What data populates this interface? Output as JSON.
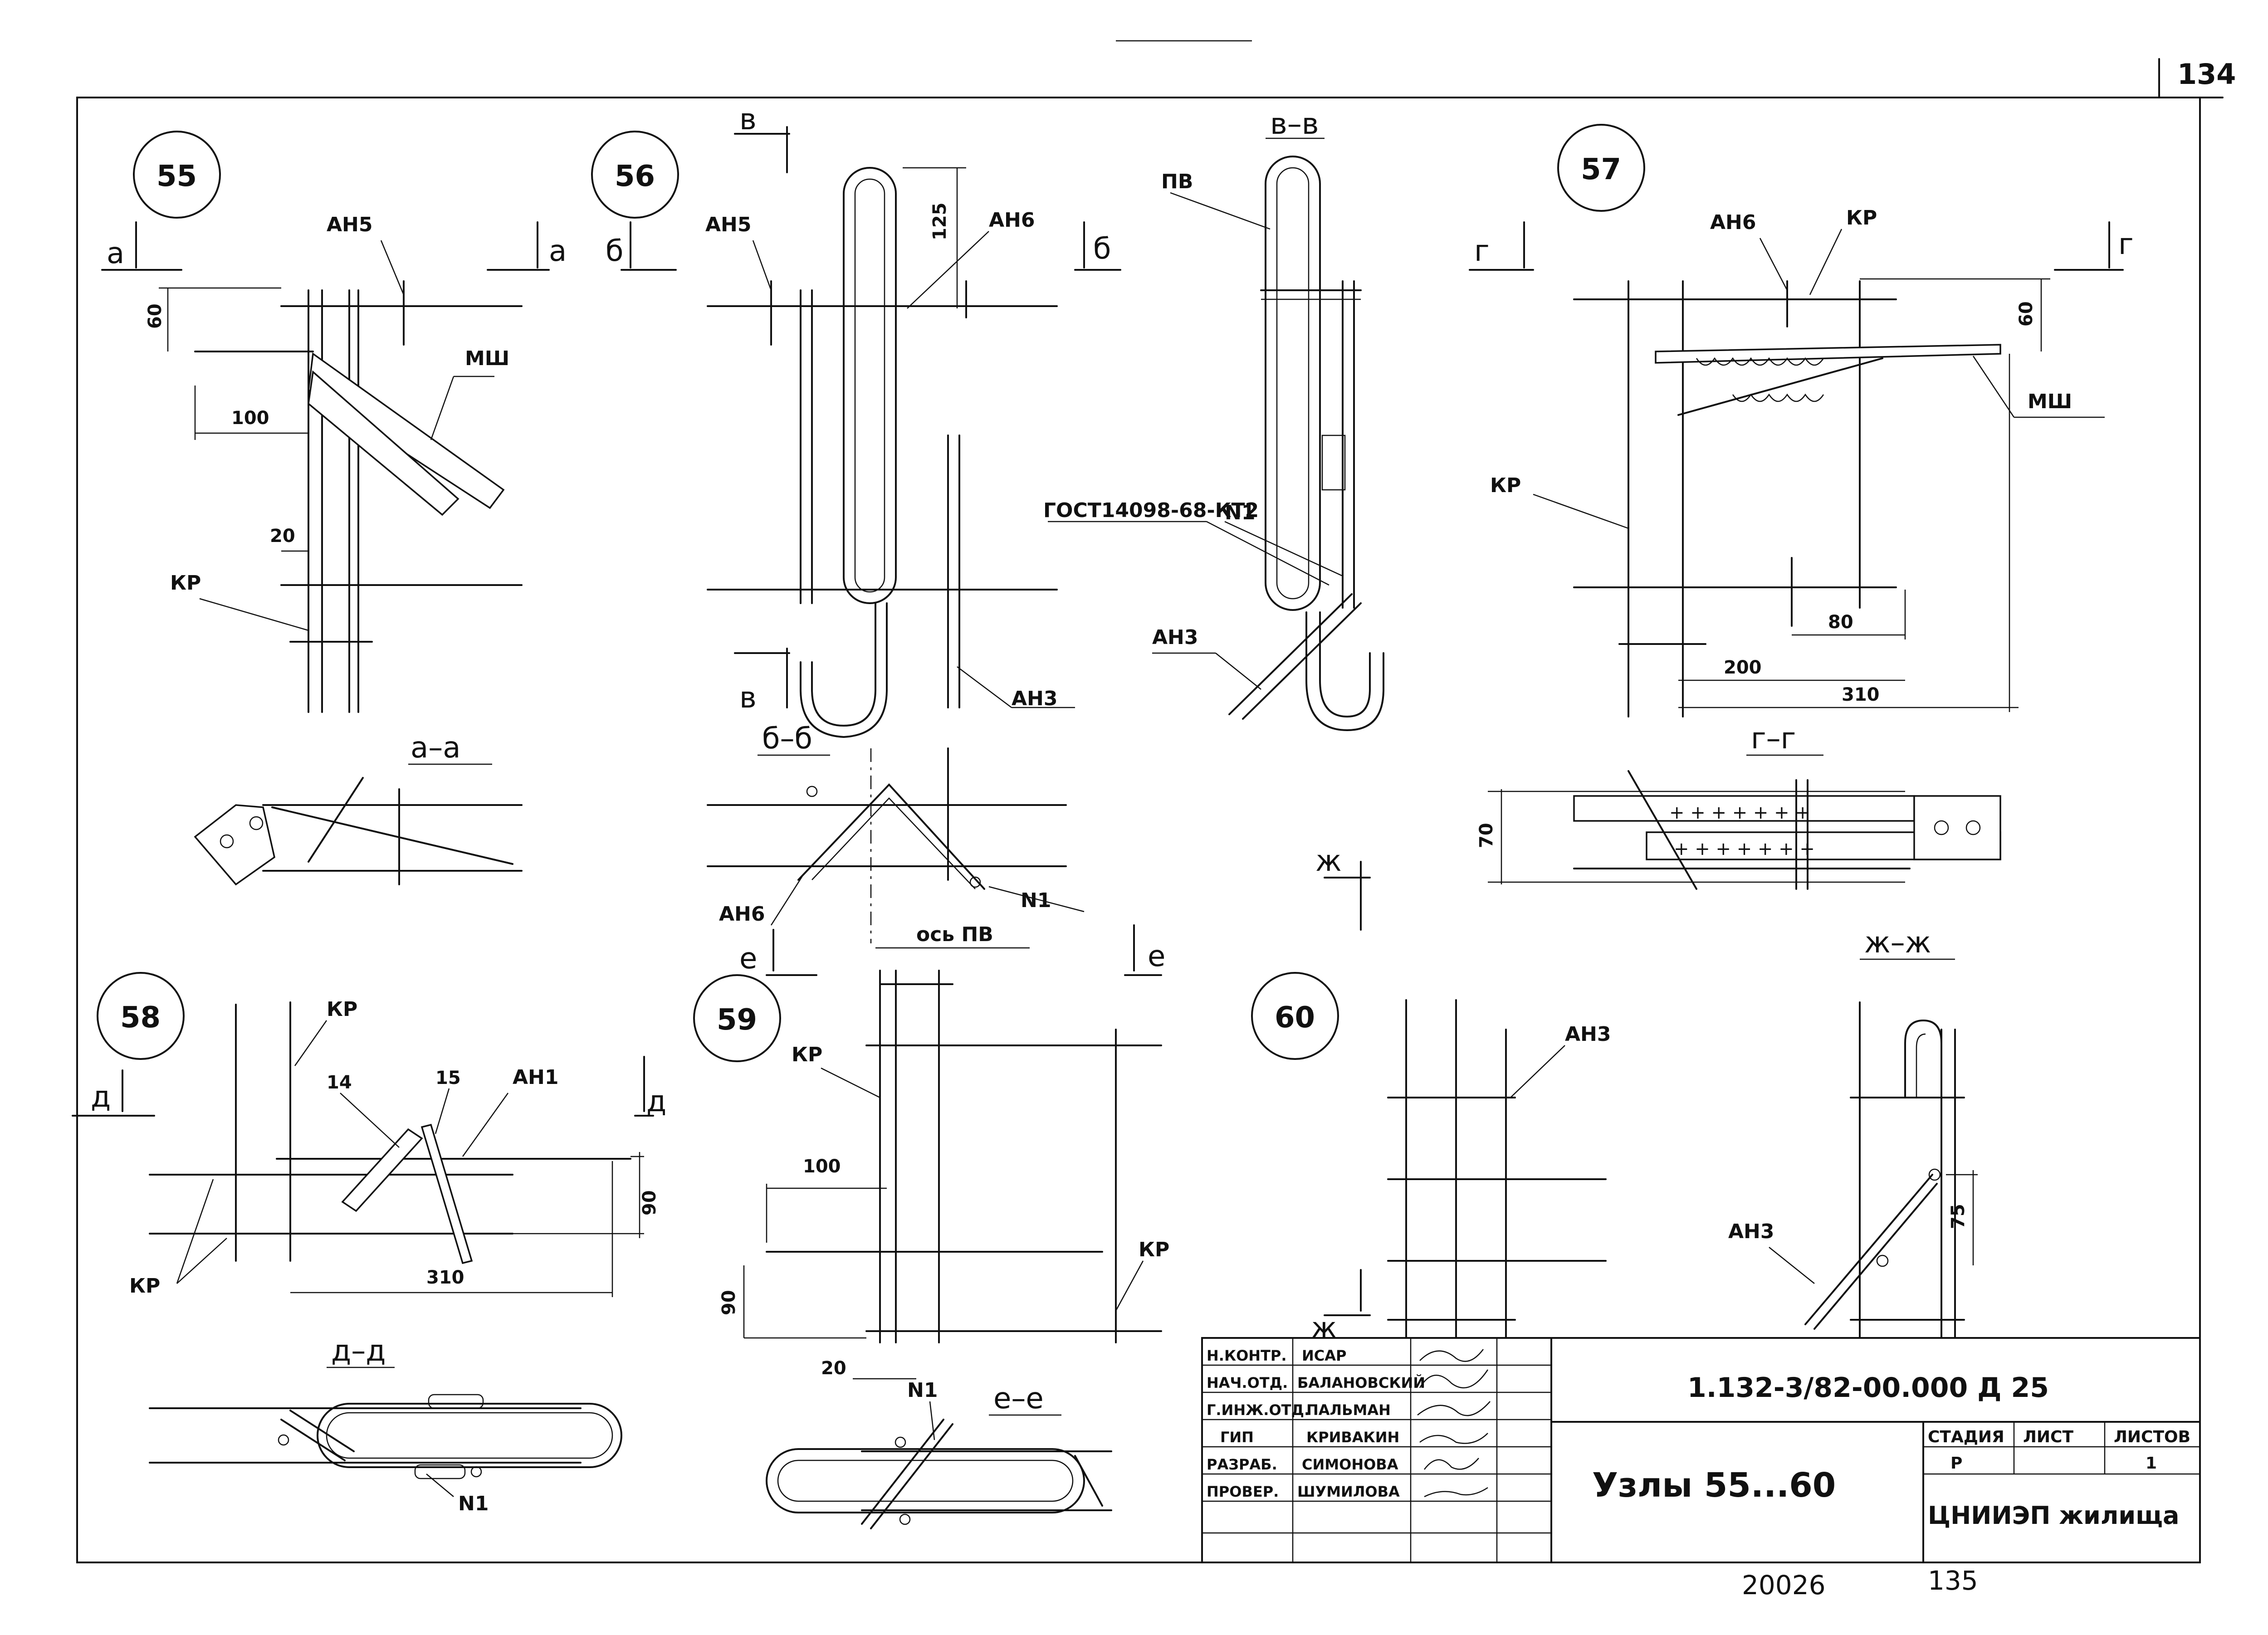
{
  "sheet": {
    "corner_number": "134",
    "bottom_left_number": "20026",
    "bottom_right_number": "135"
  },
  "nodes": {
    "n55": "55",
    "n56": "56",
    "n57": "57",
    "n58": "58",
    "n59": "59",
    "n60": "60"
  },
  "section_marks": {
    "a": "а",
    "b": "б",
    "v": "в",
    "g": "г",
    "d": "д",
    "e": "е",
    "zh": "ж"
  },
  "section_titles": {
    "a_a": "а–а",
    "b_b": "б–б",
    "v_v": "в–в",
    "g_g": "г–г",
    "d_d": "д–д",
    "e_e": "е–е",
    "zh_zh": "ж–ж"
  },
  "labels": {
    "AN5": "АН5",
    "AN6": "АН6",
    "AN3": "АН3",
    "AN1": "АН1",
    "MSh": "МШ",
    "KR": "КР",
    "KP": "КР",
    "PV": "ПВ",
    "N1": "N1",
    "axis_pv": "ось ПВ",
    "gost": "ГОСТ14098-68-КТ2",
    "l14": "14",
    "l15": "15"
  },
  "dims": {
    "d60": "60",
    "d100": "100",
    "d20": "20",
    "d125": "125",
    "d80": "80",
    "d200": "200",
    "d310": "310",
    "d70": "70",
    "d90": "90",
    "d75": "75"
  },
  "title_block": {
    "rows": [
      {
        "role": "Н.КОНТР.",
        "name": "ИСАР"
      },
      {
        "role": "НАЧ.ОТД.",
        "name": "БАЛАНОВСКИЙ"
      },
      {
        "role": "Г.ИНЖ.ОТД.",
        "name": "ПАЛЬМАН"
      },
      {
        "role": "ГИП",
        "name": "КРИВАКИН"
      },
      {
        "role": "РАЗРАБ.",
        "name": "СИМОНОВА"
      },
      {
        "role": "ПРОВЕР.",
        "name": "ШУМИЛОВА"
      }
    ],
    "code": "1.132-3/82-00.000 Д 25",
    "title": "Узлы 55...60",
    "stage_label": "СТАДИЯ",
    "stage": "Р",
    "sheet_label": "ЛИСТ",
    "sheet": "",
    "sheets_label": "ЛИСТОВ",
    "sheets": "1",
    "org": "ЦНИИЭП жилища"
  }
}
